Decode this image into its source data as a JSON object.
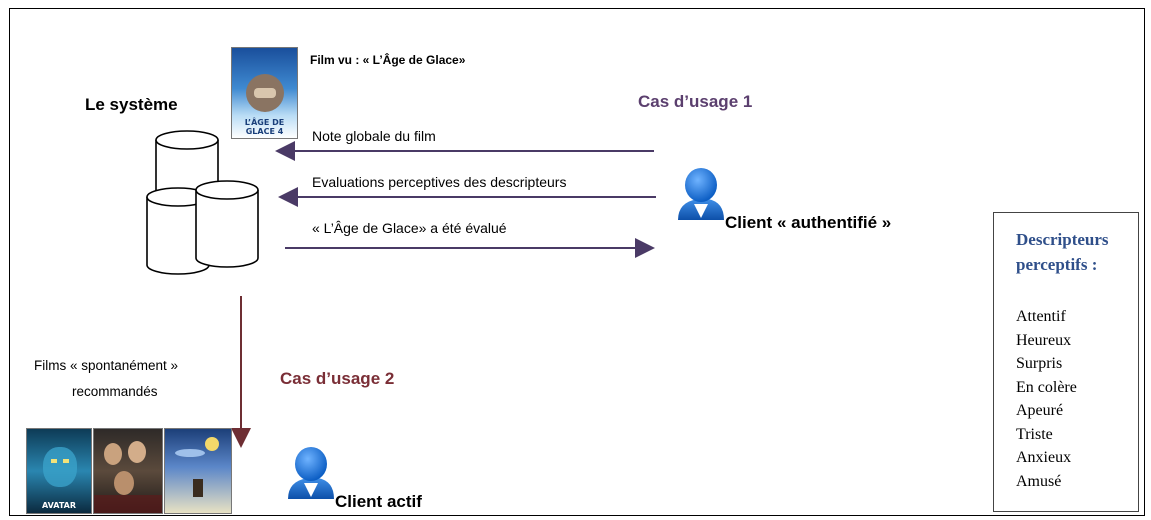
{
  "system": {
    "title": "Le système"
  },
  "film_seen": {
    "label": "Film vu : « L’Âge de Glace»",
    "poster_text": "L’ÂGE DE GLACE 4"
  },
  "use_case_1": {
    "label": "Cas d’usage 1"
  },
  "use_case_2": {
    "label": "Cas d’usage 2"
  },
  "arrows": {
    "note_globale": "Note globale du film",
    "evaluations": "Evaluations perceptives des descripteurs",
    "evalue": "« L’Âge de Glace» a été évalué",
    "films_reco_line1": "Films « spontanément »",
    "films_reco_line2": "recommandés"
  },
  "clients": {
    "authentifie": "Client « authentifié »",
    "actif": "Client actif"
  },
  "descriptors": {
    "title": "Descripteurs\nperceptifs :",
    "items": [
      "Attentif",
      "Heureux",
      "Surpris",
      "En colère",
      "Apeuré",
      "Triste",
      "Anxieux",
      "Amusé"
    ]
  },
  "posters": {
    "avatar": "AVATAR"
  },
  "colors": {
    "arrow_purple": "#4a3a66",
    "arrow_maroon": "#6e2e33",
    "user_blue": "#1f74d6",
    "desc_title": "#2f4f8a"
  }
}
